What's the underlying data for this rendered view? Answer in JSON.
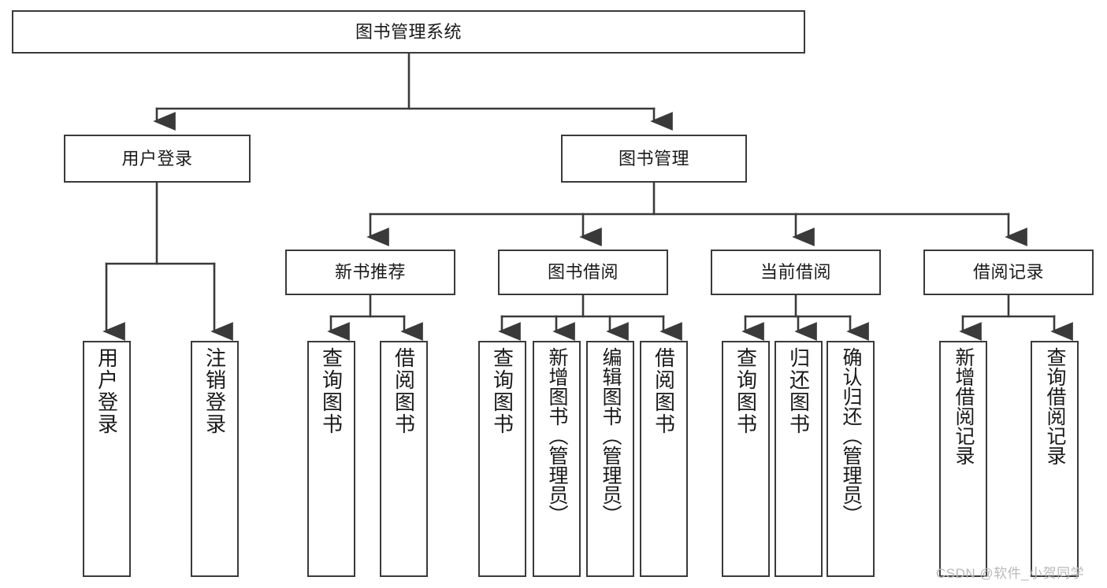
{
  "diagram": {
    "title": "图书管理系统",
    "type": "tree-hierarchy-chart",
    "colors": {
      "box_border": "#3a3a3a",
      "box_fill": "#ffffff",
      "edge": "#3a3a3a",
      "text": "#1a1a1a",
      "watermark": "#b9b9b9"
    },
    "root": {
      "label": "图书管理系统",
      "children": [
        {
          "label": "用户登录",
          "children": [
            {
              "label": "用户登录"
            },
            {
              "label": "注销登录"
            }
          ]
        },
        {
          "label": "图书管理",
          "children": [
            {
              "label": "新书推荐",
              "children": [
                {
                  "label": "查询图书"
                },
                {
                  "label": "借阅图书"
                }
              ]
            },
            {
              "label": "图书借阅",
              "children": [
                {
                  "label": "查询图书"
                },
                {
                  "label": "新增图书（管理员）"
                },
                {
                  "label": "编辑图书（管理员）"
                },
                {
                  "label": "借阅图书"
                }
              ]
            },
            {
              "label": "当前借阅",
              "children": [
                {
                  "label": "查询图书"
                },
                {
                  "label": "归还图书"
                },
                {
                  "label": "确认归还（管理员）"
                }
              ]
            },
            {
              "label": "借阅记录",
              "children": [
                {
                  "label": "新增借阅记录"
                },
                {
                  "label": "查询借阅记录"
                }
              ]
            }
          ]
        }
      ]
    },
    "nodes": {
      "root": "图书管理系统",
      "user_login": "用户登录",
      "book_manage": "图书管理",
      "new_book_rec": "新书推荐",
      "book_borrow": "图书借阅",
      "current_borrow": "当前借阅",
      "borrow_record": "借阅记录",
      "leaf_user_login": "用户登录",
      "leaf_logout": "注销登录",
      "leaf_rec_query": "查询图书",
      "leaf_rec_borrow": "借阅图书",
      "leaf_bb_query": "查询图书",
      "leaf_bb_add": "新增图书（管理员）",
      "leaf_bb_edit": "编辑图书（管理员）",
      "leaf_bb_borrow": "借阅图书",
      "leaf_cb_query": "查询图书",
      "leaf_cb_return": "归还图书",
      "leaf_cb_confirm": "确认归还（管理员）",
      "leaf_br_add": "新增借阅记录",
      "leaf_br_query": "查询借阅记录"
    },
    "watermark": "CSDN @软件_小贺同学"
  }
}
